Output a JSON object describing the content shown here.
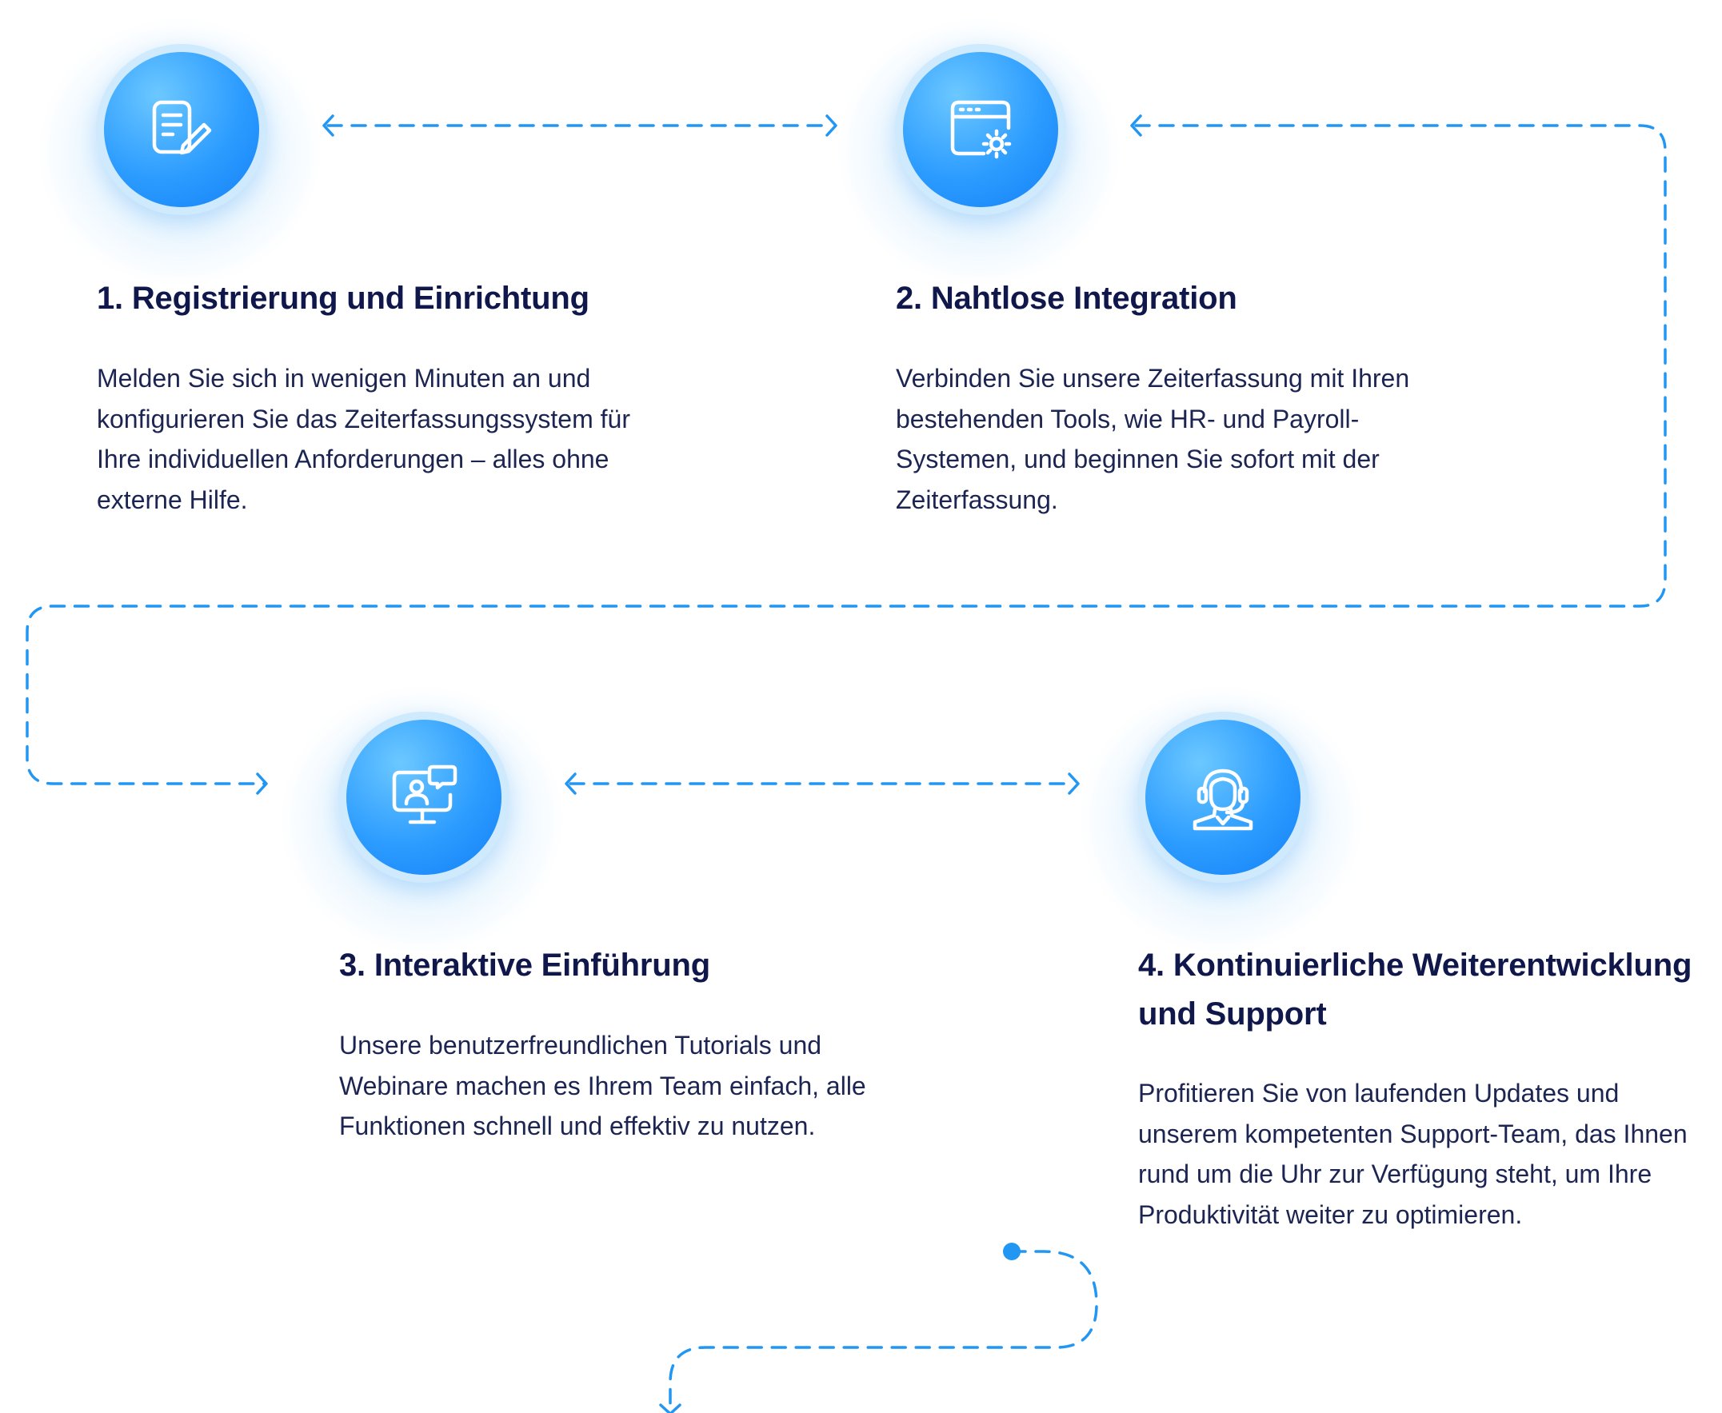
{
  "colors": {
    "accent": "#2196f3",
    "circle_gradient_top": "#6cc8ff",
    "circle_gradient_bottom": "#1380f6",
    "title": "#10174a",
    "text": "#1c2452"
  },
  "steps": [
    {
      "icon": "document-edit-icon",
      "title": "1. Registrierung und Einrichtung",
      "lines": [
        "Melden Sie sich in wenigen Minuten an und",
        "konfigurieren Sie das Zeiterfassungssystem für",
        "Ihre individuellen Anforderungen – alles ohne",
        "externe Hilfe."
      ]
    },
    {
      "icon": "browser-settings-icon",
      "title": "2. Nahtlose Integration",
      "lines": [
        "Verbinden Sie unsere Zeiterfassung mit Ihren",
        "bestehenden Tools, wie HR- und Payroll-",
        "Systemen, und beginnen Sie sofort mit der",
        "Zeiterfassung."
      ]
    },
    {
      "icon": "monitor-user-chat-icon",
      "title": "3. Interaktive Einführung",
      "lines": [
        "Unsere benutzerfreundlichen Tutorials und",
        "Webinare machen es Ihrem Team einfach, alle",
        "Funktionen schnell und effektiv zu nutzen."
      ]
    },
    {
      "icon": "headset-support-icon",
      "title_lines": [
        "4. Kontinuierliche Weiterentwicklung",
        "und Support"
      ],
      "lines": [
        "Profitieren Sie von laufenden Updates und",
        "unserem kompetenten Support-Team, das Ihnen",
        "rund um die Uhr zur Verfügung steht, um Ihre",
        "Produktivität weiter zu optimieren."
      ]
    }
  ]
}
